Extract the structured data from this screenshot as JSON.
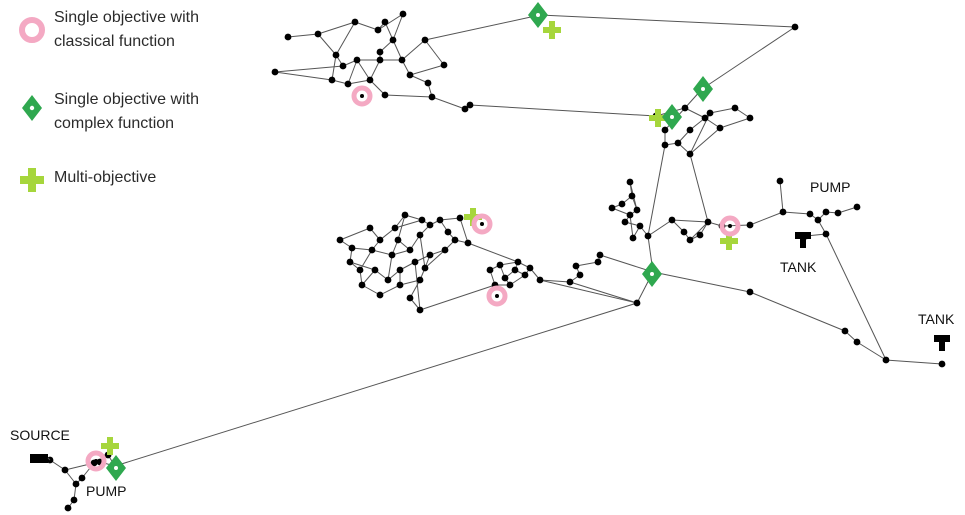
{
  "legend": {
    "classical": "Single objective with\nclassical function",
    "complex": "Single objective with\ncomplex function",
    "multi": "Multi-objective"
  },
  "labels": {
    "pump_right": "PUMP",
    "tank_middle": "TANK",
    "tank_right": "TANK",
    "source": "SOURCE",
    "pump_left": "PUMP"
  },
  "colors": {
    "classical": "#f4a9c3",
    "complex": "#2fa84f",
    "multi": "#a6d63c",
    "node": "#000000",
    "pipe": "#555555"
  }
}
